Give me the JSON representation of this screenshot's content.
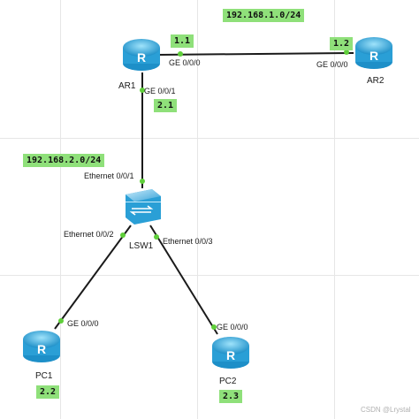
{
  "networks": {
    "net_top": "192.168.1.0/24",
    "net_left": "192.168.2.0/24"
  },
  "devices": {
    "ar1": "AR1",
    "ar2": "AR2",
    "lsw1": "LSW1",
    "pc1": "PC1",
    "pc2": "PC2"
  },
  "ports": {
    "ar1_ge000": "GE 0/0/0",
    "ar1_ge001": "GE 0/0/1",
    "ar2_ge000": "GE 0/0/0",
    "lsw1_e001": "Ethernet 0/0/1",
    "lsw1_e002": "Ethernet 0/0/2",
    "lsw1_e003": "Ethernet 0/0/3",
    "pc1_ge000": "GE 0/0/0",
    "pc2_ge000": "GE 0/0/0"
  },
  "addresses": {
    "ar1_top": "1.1",
    "ar2_top": "1.2",
    "ar1_down": "2.1",
    "pc1": "2.2",
    "pc2": "2.3"
  },
  "colors": {
    "link": "#1a1a1a",
    "port_dot": "#5fcf3a",
    "tag_bg": "#8fe07a",
    "router_light": "#7fd4f5",
    "router_dark": "#1d8fc8"
  },
  "watermark": "CSDN @Lrystal"
}
